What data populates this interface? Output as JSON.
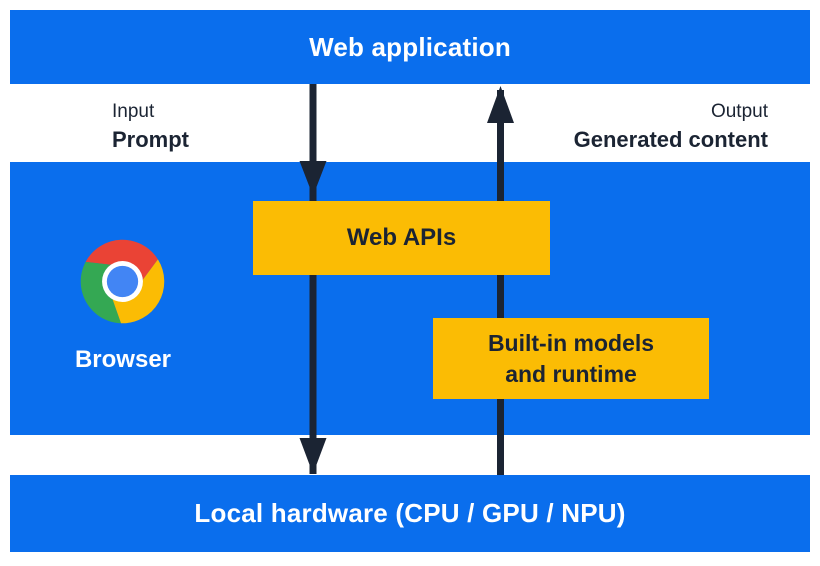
{
  "diagram": {
    "web_application": {
      "label": "Web application"
    },
    "flow_labels": {
      "input_title": "Input",
      "input_value": "Prompt",
      "output_title": "Output",
      "output_value": "Generated content"
    },
    "browser": {
      "label": "Browser",
      "web_apis_label": "Web APIs",
      "builtin_models_line1": "Built-in models",
      "builtin_models_line2": "and runtime"
    },
    "local_hardware": {
      "label": "Local hardware (CPU / GPU / NPU)"
    }
  },
  "icons": {
    "browser": "chrome-browser-icon",
    "input_flow": "arrow-down-icon",
    "output_flow": "arrow-up-icon"
  },
  "colors": {
    "layer-blue": "#0A6EED",
    "box-yellow": "#FBBC04",
    "ink-navy": "#1B2433",
    "text-white": "#FFFFFF",
    "chrome-red": "#EA4335",
    "chrome-yellow": "#FBBC04",
    "chrome-green": "#34A853",
    "chrome-blue": "#4285F4"
  }
}
